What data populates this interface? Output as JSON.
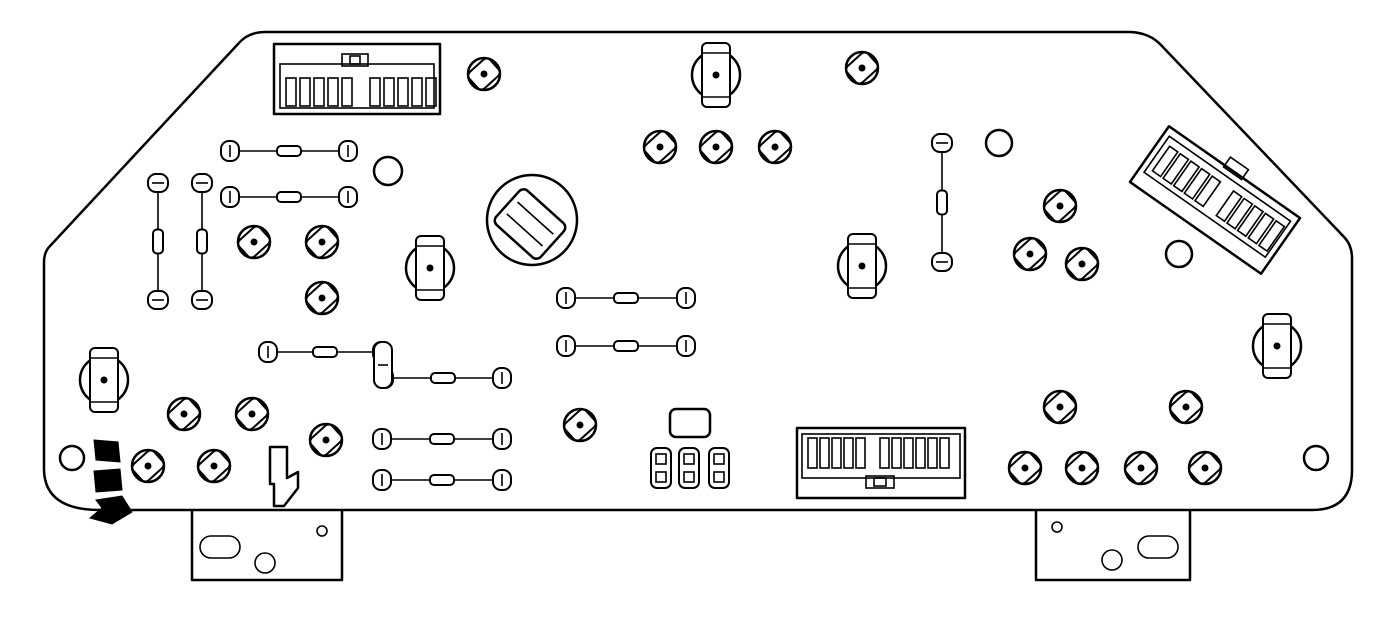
{
  "diagram": {
    "kind": "instrument cluster printed circuit board, rear view (line drawing)",
    "colors": {
      "line": "#000000",
      "background": "#ffffff"
    },
    "board": {
      "connectors": 3,
      "bulb_sockets": 29,
      "resistors": 8,
      "mounting_tabs": 2,
      "indicator_arrows": 3
    },
    "labels": []
  }
}
